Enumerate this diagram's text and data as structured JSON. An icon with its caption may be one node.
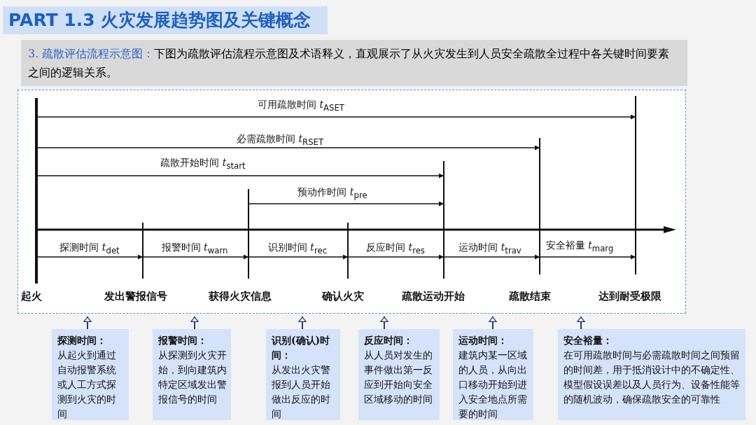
{
  "diagram": {
    "title": "PART 1.3 火灾发展趋势图及关键概念",
    "nodes": [
      {
        "text": [
          "起火"
        ]
      },
      {
        "text": [
          "发出警报信号"
        ]
      },
      {
        "text": [
          "获得火灾信息"
        ]
      },
      {
        "text": [
          "确认火灾"
        ]
      },
      {
        "text": [
          "疏散运动开始"
        ]
      },
      {
        "text": [
          "疏散结束"
        ]
      },
      {
        "text": [
          "达到耐受极限"
        ]
      },
      {
        "text": [
          "探测时间：",
          "从起火到通过自动报警系统或人工方式探测到火灾的时间"
        ]
      },
      {
        "text": [
          "报警时间：",
          "从探测到火灾开始，到向建筑内特定区域发出警报信号的时间"
        ]
      },
      {
        "text": [
          "识别(确认)时间：",
          "从发出火灾警报到人员开始做出反应的时间"
        ]
      },
      {
        "text": [
          "反应时间：",
          "从人员对发生的事件做出第一反应到开始向安全区域移动的时间"
        ]
      },
      {
        "text": [
          "运动时间：",
          "建筑内某一区域的人员，从向出口移动开始到进入安全地点所需要的时间"
        ]
      },
      {
        "text": [
          "安全裕量：",
          "在可用疏散时间与必需疏散时间之间预留的时间差，用于抵消设计中的不确定性、模型假设误差以及人员行为、设备性能等的随机波动，确保疏散安全的可靠性"
        ]
      }
    ],
    "edges": [
      {
        "from": 0,
        "to": 6,
        "arrow": "to",
        "label": "可用疏散时间 *t*$_{ASET}$"
      },
      {
        "from": 0,
        "to": 5,
        "arrow": "to",
        "label": "必需疏散时间 *t*$_{RSET}$"
      },
      {
        "from": 0,
        "to": 4,
        "arrow": "to",
        "label": "疏散开始时间 *t*$_{start}$"
      },
      {
        "from": 2,
        "to": 4,
        "arrow": "to",
        "label": "预动作时间 *t*$_{pre}$"
      },
      {
        "from": 0,
        "to": 1,
        "arrow": "to",
        "label": "探测时间 *t*$_{det}$"
      },
      {
        "from": 1,
        "to": 2,
        "arrow": "to",
        "label": "报警时间 *t*$_{warn}$"
      },
      {
        "from": 2,
        "to": 3,
        "arrow": "to",
        "label": "识别时间 *t*$_{rec}$"
      },
      {
        "from": 3,
        "to": 4,
        "arrow": "to",
        "label": "反应时间 *t*$_{res}$"
      },
      {
        "from": 4,
        "to": 5,
        "arrow": "to",
        "label": "运动时间 *t*$_{trav}$"
      },
      {
        "from": 5,
        "to": 6,
        "arrow": "to",
        "label": "安全裕量 *t*$_{marg}$"
      },
      {
        "from": 7,
        "to": null,
        "arrow": "to",
        "color": "#1f3f7a"
      },
      {
        "from": 8,
        "to": null,
        "arrow": "to",
        "color": "#1f3f7a"
      },
      {
        "from": 9,
        "to": null,
        "arrow": "to",
        "color": "#1f3f7a"
      },
      {
        "from": 10,
        "to": null,
        "arrow": "to",
        "color": "#1f3f7a"
      },
      {
        "from": 11,
        "to": null,
        "arrow": "to",
        "color": "#1f3f7a"
      },
      {
        "from": 12,
        "to": null,
        "arrow": "to",
        "color": "#1f3f7a"
      }
    ],
    "labels": [
      "3. 疏散评估流程示意图：",
      "下图为疏散评估流程示意图及术语释义，直观展示了从火灾发生到人员安全疏散全过程中各关键时间要素之间的逻辑关系。"
    ]
  }
}
